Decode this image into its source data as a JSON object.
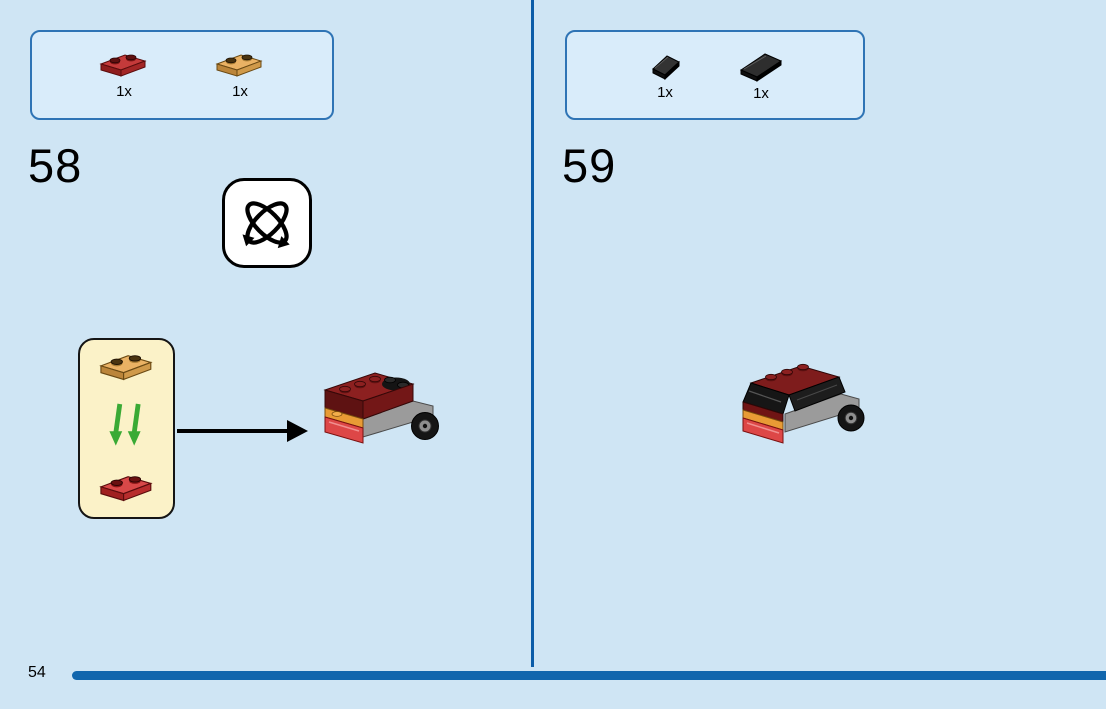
{
  "page": {
    "number": "54",
    "background_color": "#cfe5f4",
    "divider_color": "#0b5ca8",
    "bottom_bar_color": "#1166ad"
  },
  "steps": {
    "left": {
      "number": "58",
      "parts": [
        {
          "name": "trans-red-plate-1x2",
          "count": "1x",
          "color": "#c43a3a"
        },
        {
          "name": "tan-plate-1x2",
          "count": "1x",
          "color": "#eab264"
        }
      ],
      "rotate_icon": "rotate-model-icon",
      "callout": {
        "top_part": "tan-plate-1x2",
        "bottom_part": "trans-red-plate-1x2",
        "arrow_color": "#3aaa35"
      }
    },
    "right": {
      "number": "59",
      "parts": [
        {
          "name": "black-slope-small",
          "count": "1x",
          "color": "#1a1a1a"
        },
        {
          "name": "black-slope-large",
          "count": "1x",
          "color": "#1a1a1a"
        }
      ]
    }
  }
}
